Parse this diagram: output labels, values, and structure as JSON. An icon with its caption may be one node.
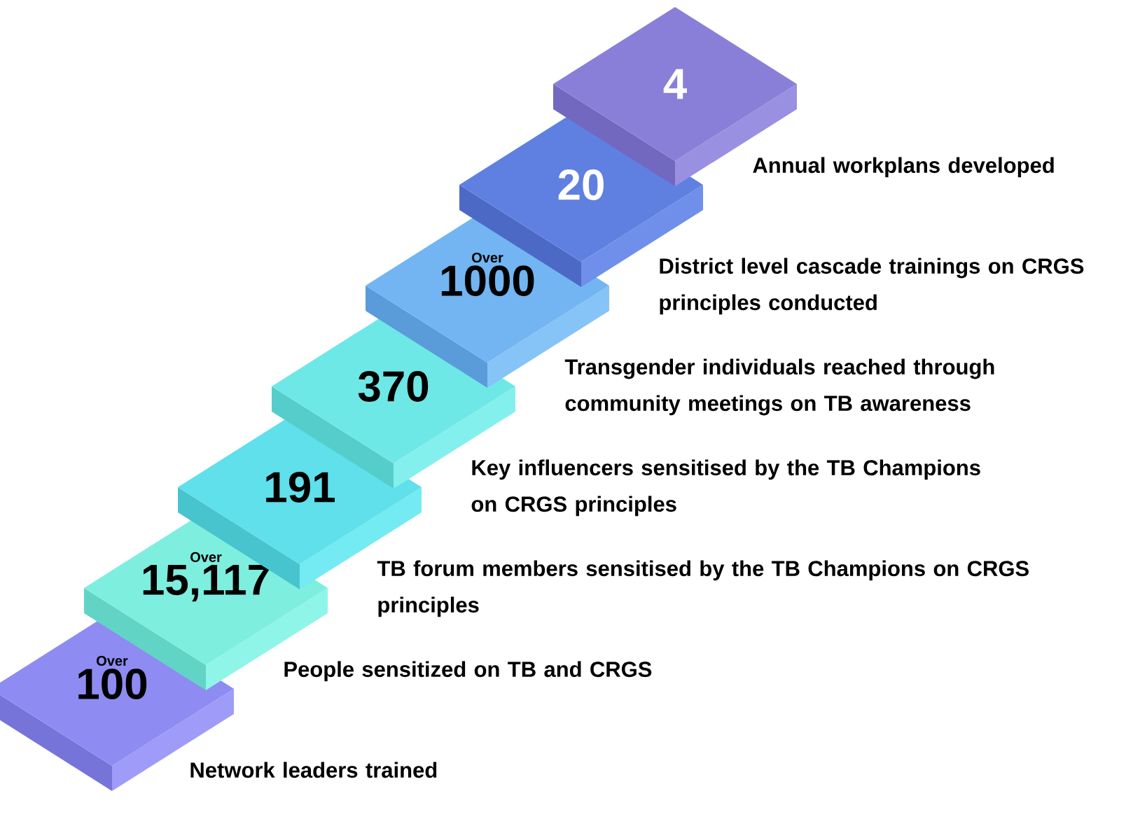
{
  "diagram": {
    "nodes": [
      {
        "text": [
          "Over",
          "100"
        ],
        "beside": [
          "Network leaders trained"
        ]
      },
      {
        "text": [
          "Over",
          "15,117"
        ],
        "beside": [
          "People sensitized on TB and CRGS"
        ]
      },
      {
        "text": [
          "191"
        ],
        "beside": [
          "TB forum members sensitised by the TB Champions on CRGS principles"
        ]
      },
      {
        "text": [
          "370"
        ],
        "beside": [
          "Key influencers sensitised by the TB Champions on CRGS principles"
        ]
      },
      {
        "text": [
          "Over",
          "1000"
        ],
        "beside": [
          "Transgender individuals reached through community meetings on TB awareness"
        ]
      },
      {
        "text": [
          "20"
        ],
        "beside": [
          "District level cascade trainings on CRGS principles conducted"
        ]
      },
      {
        "text": [
          "4"
        ],
        "beside": [
          "Annual workplans developed"
        ]
      }
    ]
  }
}
